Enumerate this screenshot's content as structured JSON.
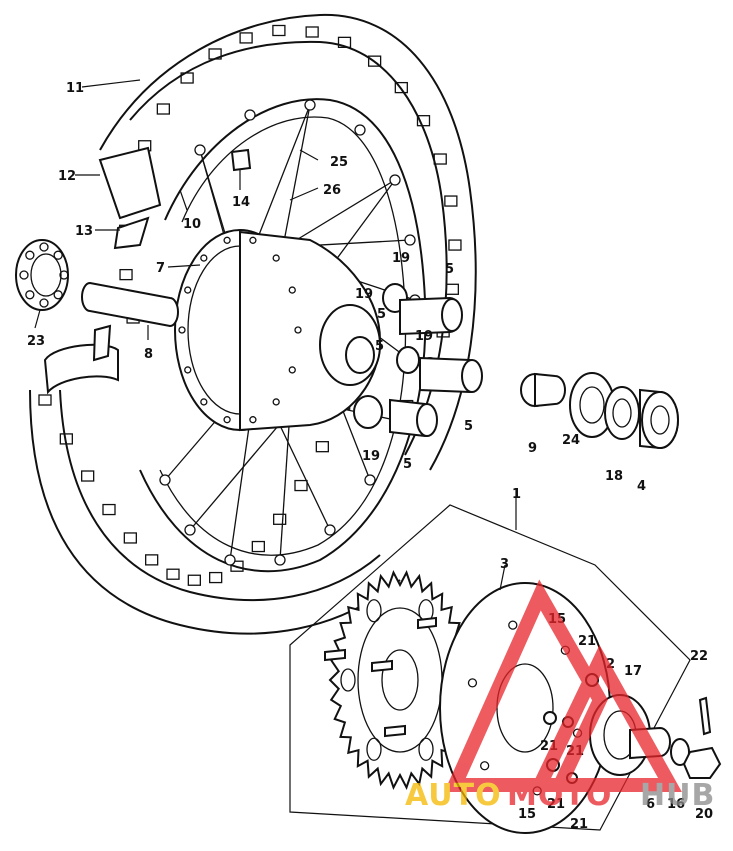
{
  "diagram": {
    "callouts": {
      "c1": "1",
      "c2": "2",
      "c3": "3",
      "c4": "4",
      "c5a": "5",
      "c5b": "5",
      "c5c": "5",
      "c5d": "5",
      "c6": "6",
      "c7": "7",
      "c8": "8",
      "c9": "9",
      "c10": "10",
      "c11": "11",
      "c12": "12",
      "c13": "13",
      "c14": "14",
      "c15a": "15",
      "c15b": "15",
      "c16": "16",
      "c17": "17",
      "c18": "18",
      "c19a": "19",
      "c19b": "19",
      "c19c": "19",
      "c19d": "19",
      "c20": "20",
      "c21a": "21",
      "c21b": "21",
      "c21c": "21",
      "c21d": "21",
      "c22": "22",
      "c23": "23",
      "c24": "24",
      "c25": "25",
      "c26": "26"
    }
  },
  "watermark": {
    "part1": "AUTO",
    "part2": "MOTO",
    "part3": "HUB",
    "color_red": "#e8252b",
    "color_yellow": "#f5b800",
    "color_gray": "#8a8a8a"
  }
}
